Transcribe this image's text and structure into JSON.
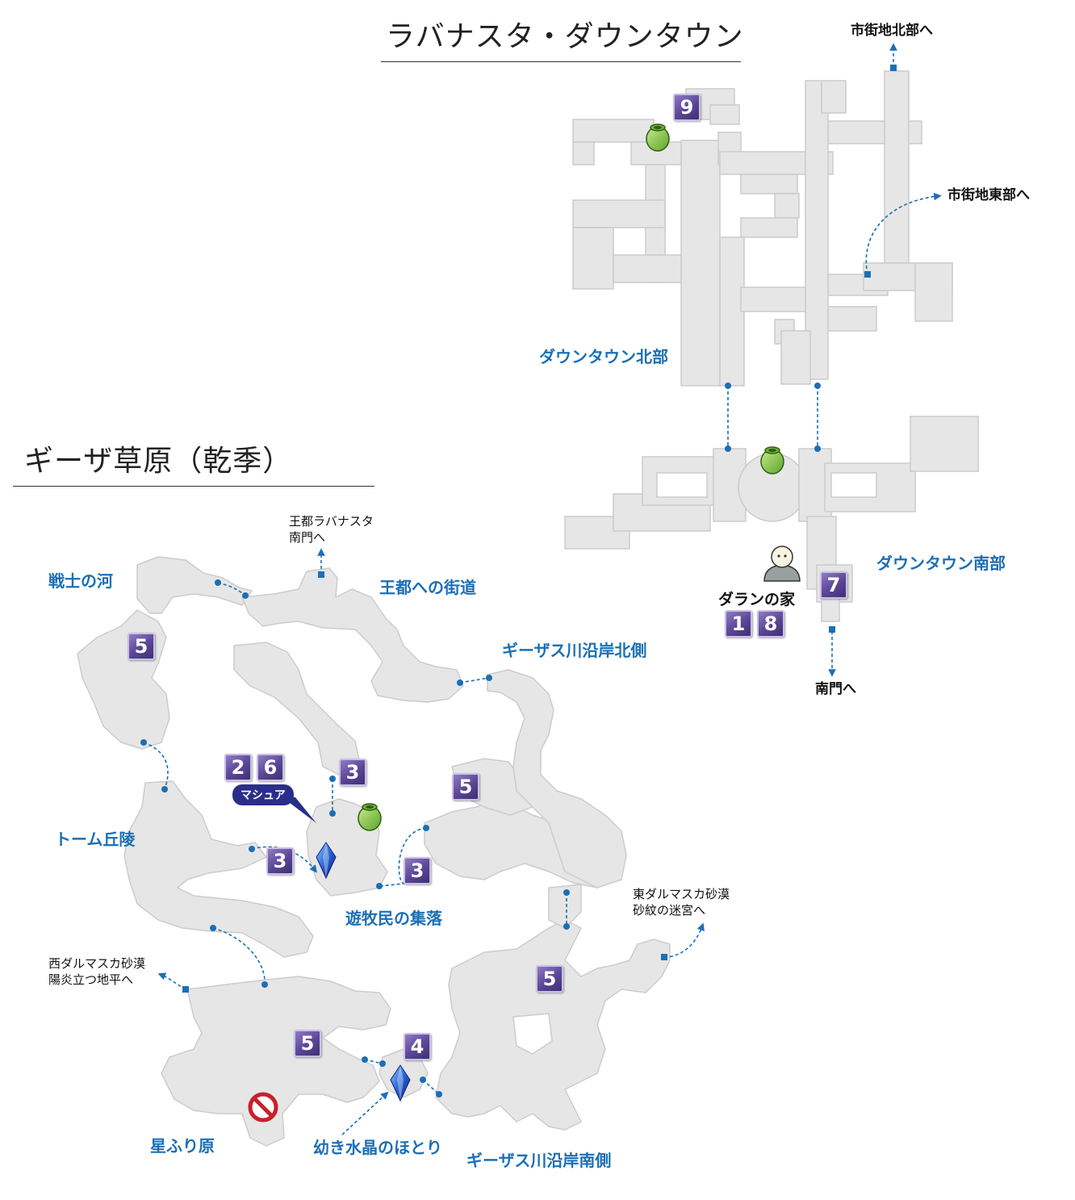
{
  "downtown": {
    "title": "ラバナスタ・ダウンタウン",
    "areas": {
      "north": "ダウンタウン北部",
      "south": "ダウンタウン南部"
    },
    "exits": {
      "north": "市街地北部へ",
      "east": "市街地東部へ",
      "south": "南門へ"
    },
    "house": "ダランの家",
    "badges": [
      "9",
      "7",
      "1",
      "8"
    ]
  },
  "giza": {
    "title": "ギーザ草原（乾季）",
    "areas": {
      "river_of_warriors": "戦士の河",
      "highway": "王都への街道",
      "north_bank": "ギーザス川沿岸北側",
      "tomb_hills": "トーム丘陵",
      "nomad_village": "遊牧民の集落",
      "starfall": "星ふり原",
      "crystal_shore": "幼き水晶のほとり",
      "south_bank": "ギーザス川沿岸南側"
    },
    "exits": {
      "rabanastre": [
        "王都ラバナスタ",
        "南門へ"
      ],
      "west": [
        "西ダルマスカ砂漠",
        "陽炎立つ地平へ"
      ],
      "east": [
        "東ダルマスカ砂漠",
        "砂紋の迷宮へ"
      ]
    },
    "npc": "マシュア",
    "badges": [
      "5",
      "2",
      "6",
      "3",
      "3",
      "3",
      "5",
      "5",
      "5",
      "4"
    ]
  },
  "icons": {
    "save_crystal": "save-crystal-icon",
    "pot": "treasure-pot-icon",
    "npc": "npc-icon",
    "forbidden": "no-entry-icon"
  },
  "colors": {
    "floor": "#e6e6e6",
    "floor_edge": "#c8c8c8",
    "route": "#1c6fb5",
    "badge": "#5a4596",
    "label": "#1c6fb5"
  }
}
